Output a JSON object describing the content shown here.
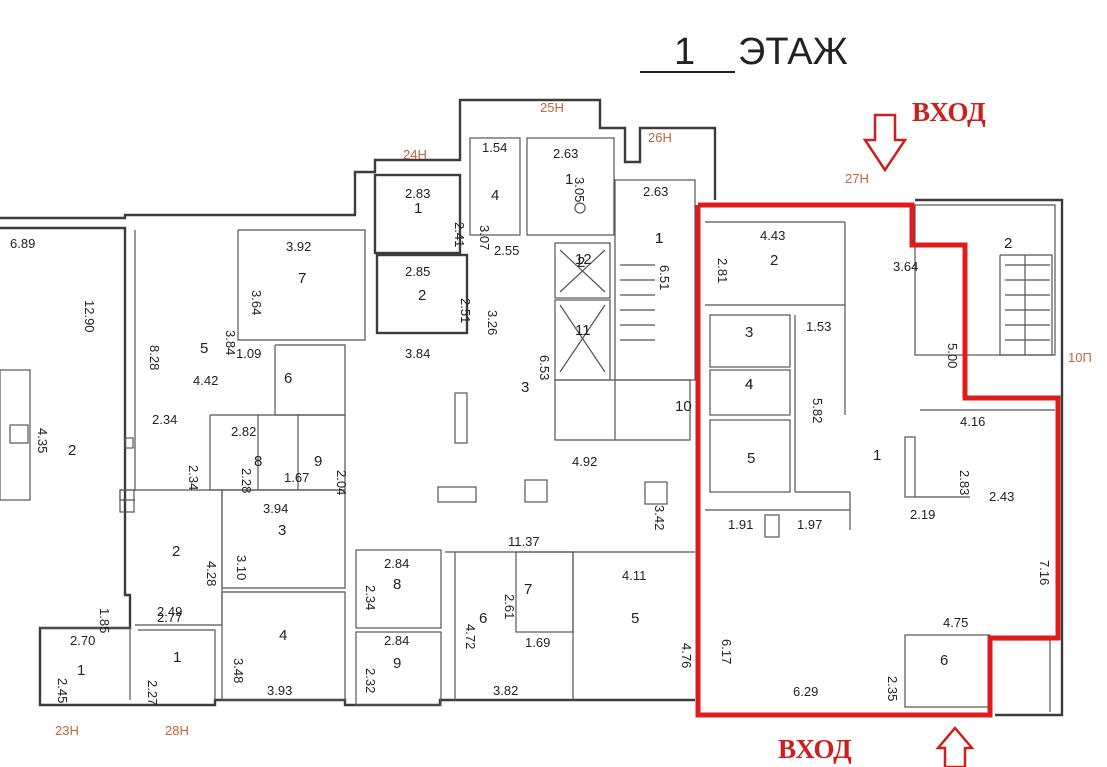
{
  "title": {
    "number": "1",
    "word": "ЭТАЖ"
  },
  "entrances": [
    "ВХОД",
    "ВХОД"
  ],
  "exits": [
    "23Н",
    "28Н",
    "24Н",
    "25Н",
    "26Н",
    "27Н",
    "10П"
  ],
  "rooms": [
    "1",
    "1",
    "2",
    "2",
    "3",
    "4",
    "5",
    "6",
    "7",
    "8",
    "9",
    "1",
    "2",
    "3",
    "4",
    "5",
    "6",
    "7",
    "8",
    "9",
    "1",
    "2",
    "4",
    "1",
    "1",
    "2",
    "3",
    "4",
    "5",
    "6",
    "2",
    "1",
    "10",
    "11",
    "12"
  ],
  "dimensions": [
    "6.89",
    "12.90",
    "4.35",
    "8.28",
    "4.42",
    "2.34",
    "2.34",
    "2.82",
    "2.28",
    "1.67",
    "2.04",
    "3.84",
    "1.09",
    "3.92",
    "3.64",
    "3.10",
    "4.28",
    "3.94",
    "2.77",
    "1.85",
    "2.49",
    "2.70",
    "2.45",
    "2.27",
    "3.48",
    "3.93",
    "2.83",
    "2.41",
    "2.85",
    "2.51",
    "3.84",
    "3.26",
    "3.07",
    "2.55",
    "1.54",
    "2.63",
    "3.05",
    "6.53",
    "2.63",
    "6.51",
    "4.92",
    "3.42",
    "11.37",
    "2.84",
    "2.34",
    "2.84",
    "2.32",
    "4.72",
    "2.61",
    "1.69",
    "3.82",
    "4.11",
    "4.76",
    "2.81",
    "4.43",
    "3.64",
    "5.00",
    "1.53",
    "5.82",
    "4.16",
    "2.83",
    "2.43",
    "2.19",
    "7.16",
    "1.91",
    "1.97",
    "6.17",
    "4.75",
    "2.35",
    "6.29"
  ],
  "colors": {
    "highlight": "#e01b1b",
    "entry_text": "#cc1f1f",
    "exit_label": "#c0643c",
    "wall": "#3c3c3c"
  }
}
